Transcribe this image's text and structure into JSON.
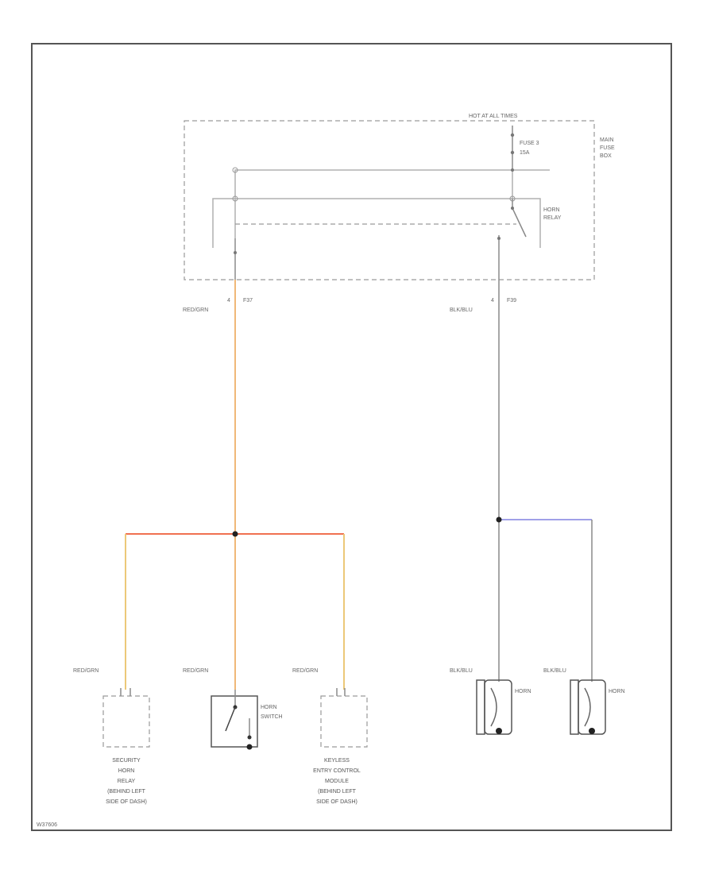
{
  "diagram": {
    "fuse_box": {
      "header": "HOT AT ALL TIMES",
      "name": [
        "MAIN",
        "FUSE",
        "BOX"
      ],
      "fuse_name": "FUSE 3",
      "fuse_rating": "15A",
      "relay_name": [
        "HORN",
        "RELAY"
      ],
      "pin_left": "4",
      "pin_right": "4"
    },
    "connectors": {
      "left": "F37",
      "right": "F39"
    },
    "wires": {
      "main_left": "RED/GRN",
      "main_right": "BLK/BLU",
      "security": "RED/GRN",
      "switch": "RED/GRN",
      "keyless": "RED/GRN",
      "horn1": "BLK/BLU",
      "horn2": "BLK/BLU"
    },
    "components": {
      "security_relay": [
        "SECURITY",
        "HORN",
        "RELAY",
        "(BEHIND LEFT",
        "SIDE OF DASH)"
      ],
      "horn_switch": [
        "HORN",
        "SWITCH"
      ],
      "keyless_module": [
        "KEYLESS",
        "ENTRY CONTROL",
        "MODULE",
        "(BEHIND LEFT",
        "SIDE OF DASH)"
      ],
      "horn1": "HORN",
      "horn2": "HORN"
    },
    "footer_code": "W37606",
    "colors": {
      "red_green_wire": "#f0a070",
      "red_bus": "#f07050",
      "yellow_wire": "#ecc878",
      "blue_wire": "#8080e0",
      "gray_wire": "#8a8a8a"
    }
  }
}
